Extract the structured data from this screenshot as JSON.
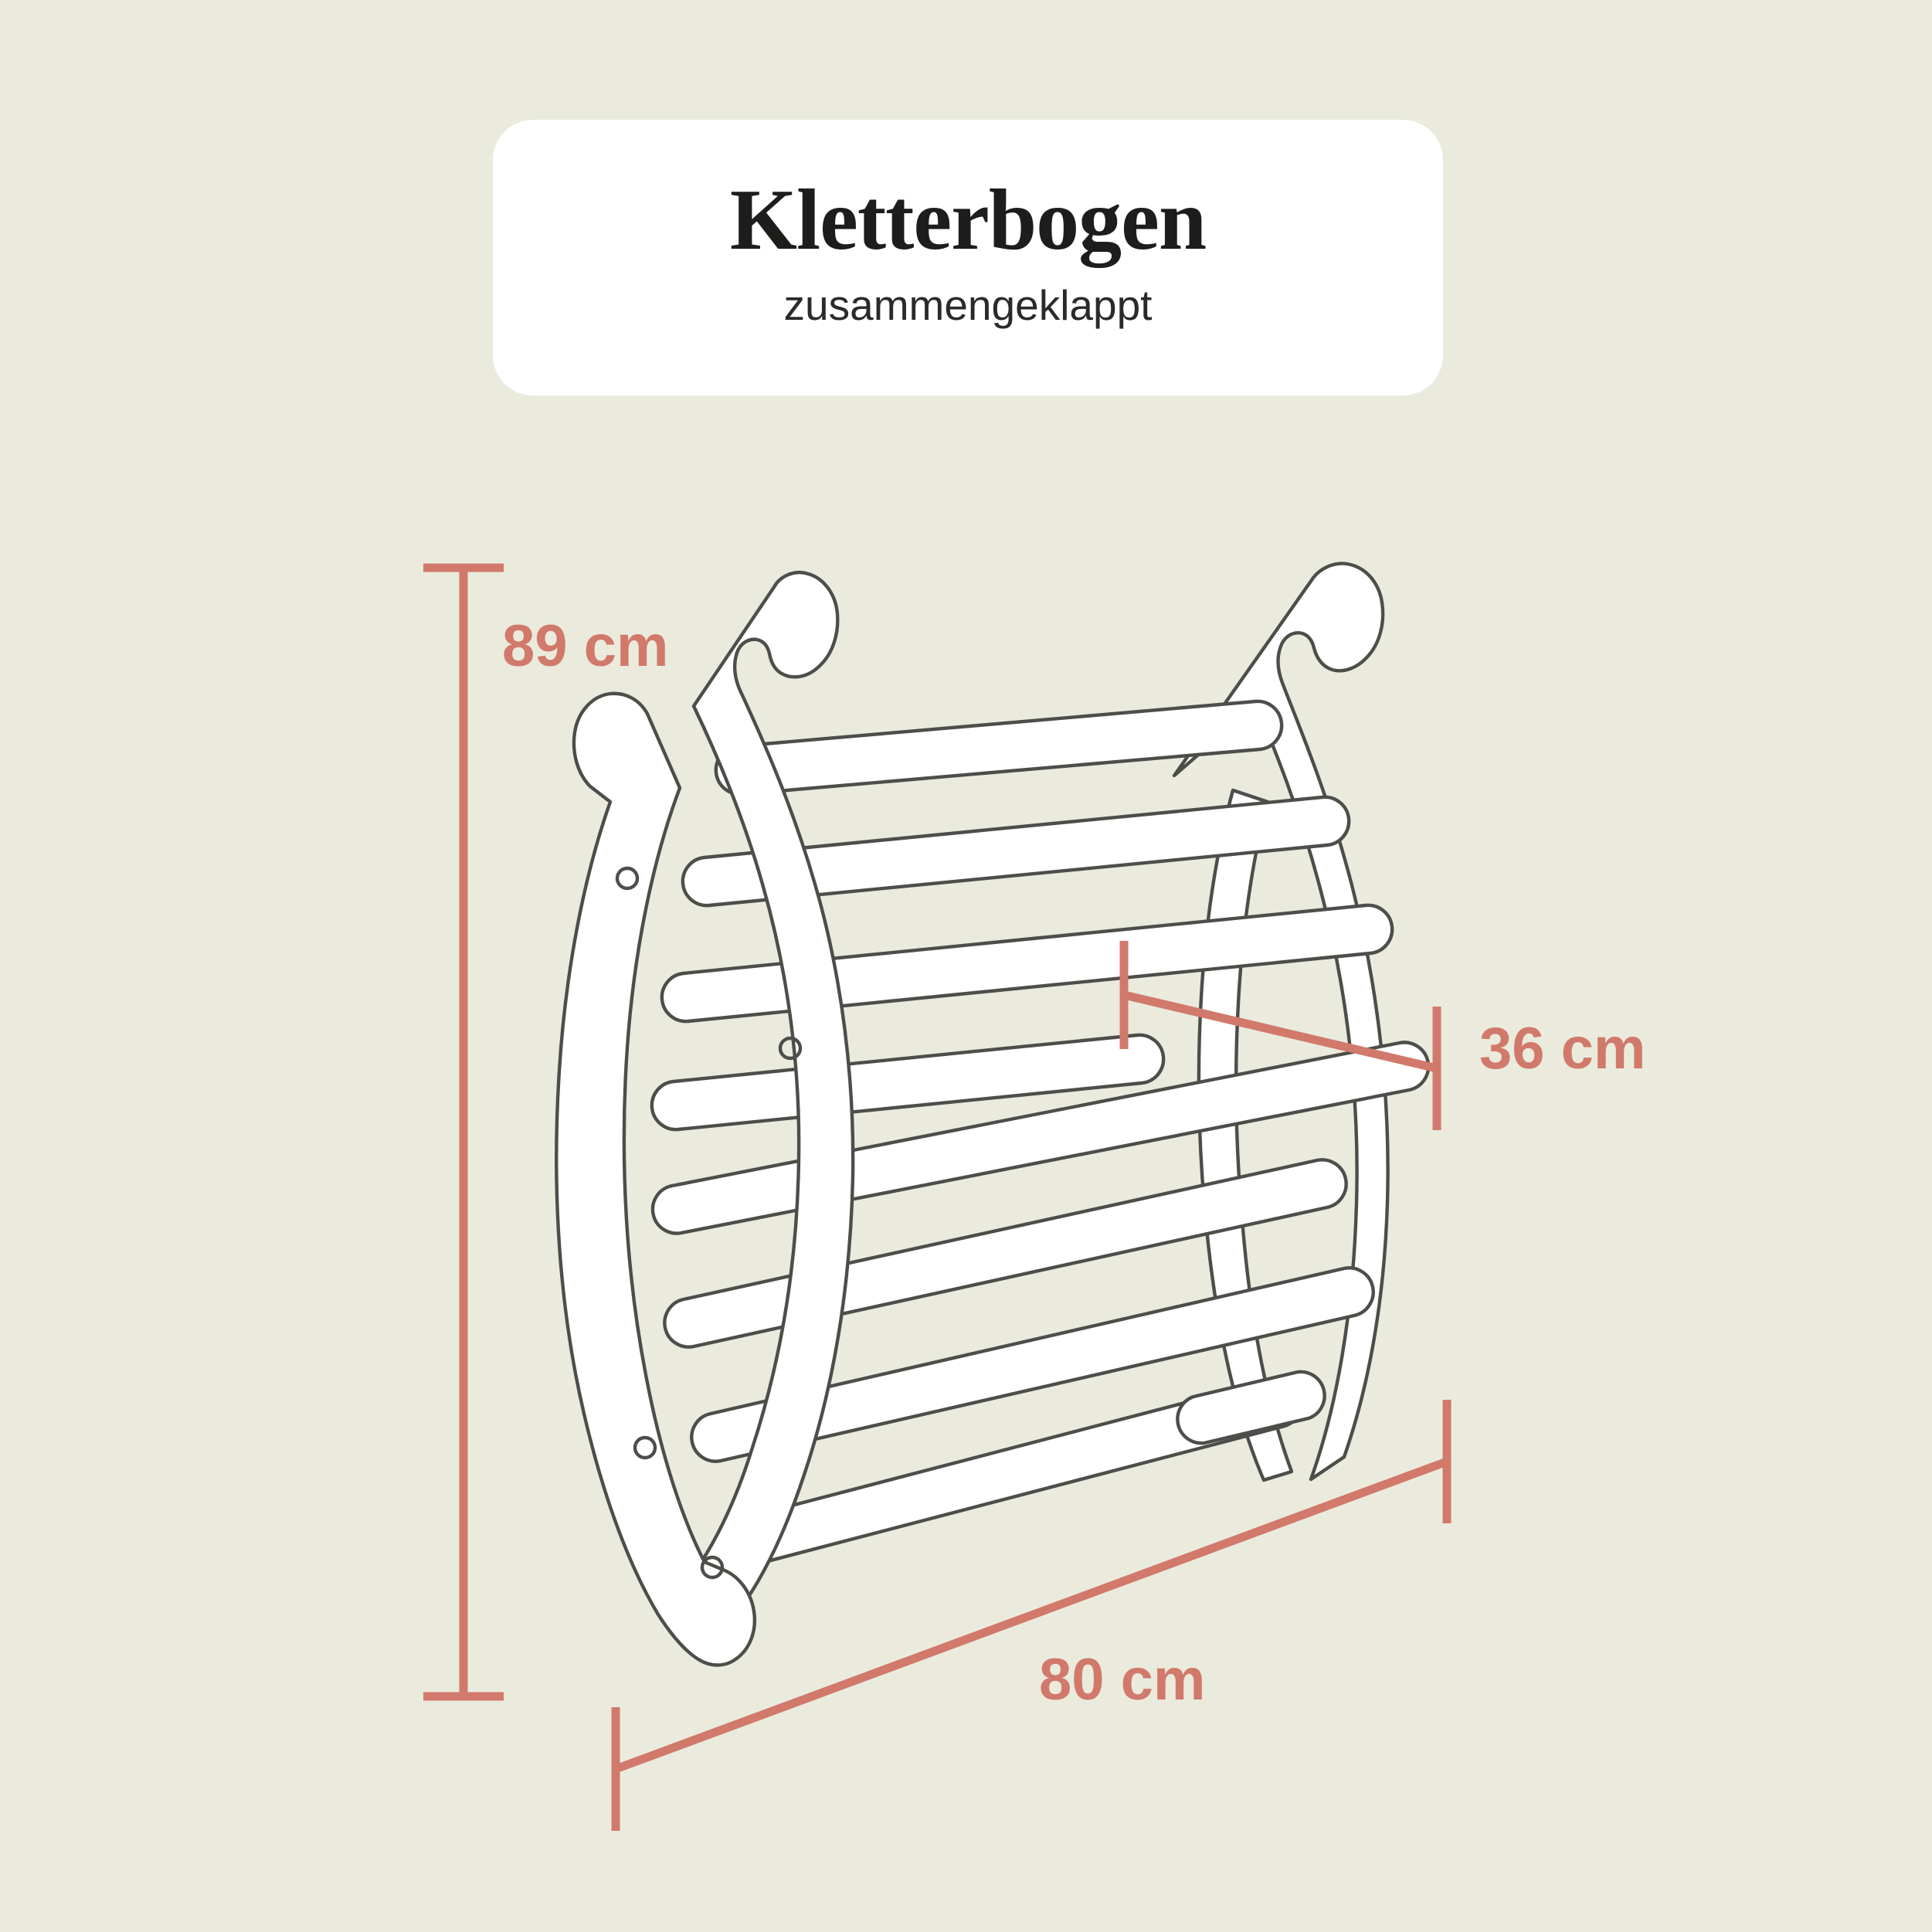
{
  "page": {
    "background_color": "#eaebdd",
    "accent_color": "#d1796b",
    "outline_color": "#4d4d4a",
    "product_fill": "#ffffff"
  },
  "title_card": {
    "title": "Kletterbogen",
    "subtitle": "zusammengeklappt",
    "background_color": "#ffffff"
  },
  "dimensions": {
    "height": {
      "label": "89 cm",
      "value": 89,
      "unit": "cm",
      "axis": "height",
      "orientation": "vertical",
      "position": "left"
    },
    "depth": {
      "label": "36 cm",
      "value": 36,
      "unit": "cm",
      "axis": "depth",
      "orientation": "diagonal",
      "position": "right"
    },
    "width": {
      "label": "80 cm",
      "value": 80,
      "unit": "cm",
      "axis": "width",
      "orientation": "diagonal",
      "position": "bottom"
    }
  },
  "product": {
    "name": "Kletterbogen",
    "state": "zusammengeklappt",
    "view": "perspective-line-drawing",
    "rung_count": 9,
    "arch_count": 4,
    "screw_hole_count": 4
  }
}
